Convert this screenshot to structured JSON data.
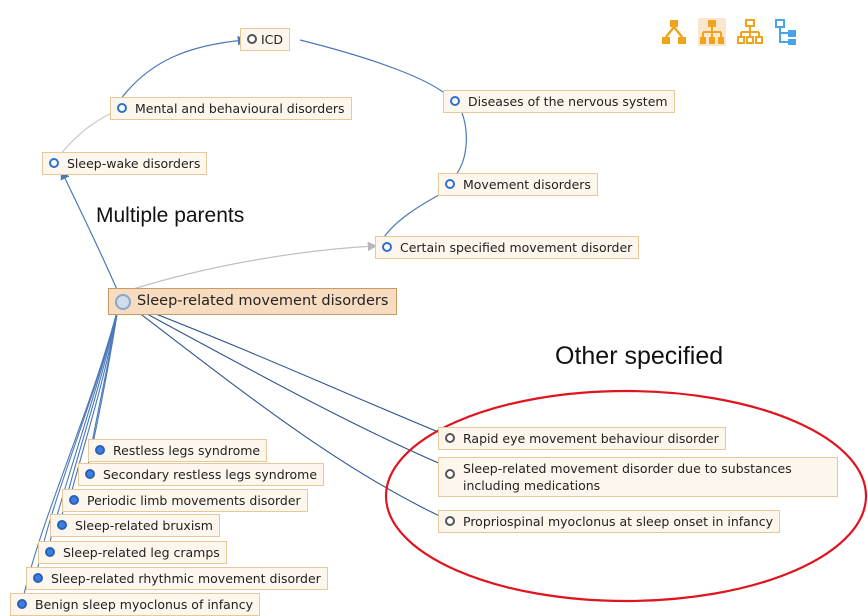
{
  "nodes": {
    "icd": "ICD",
    "mental": "Mental and behavioural disorders",
    "nervous": "Diseases of the nervous system",
    "sleepwake": "Sleep-wake disorders",
    "movement": "Movement disorders",
    "certain": "Certain specified movement disorder",
    "focus": "Sleep-related movement disorders",
    "restless": "Restless legs syndrome",
    "secondary": "Secondary restless legs syndrome",
    "periodic": "Periodic limb movements disorder",
    "bruxism": "Sleep-related bruxism",
    "cramps": "Sleep-related leg cramps",
    "rhythmic": "Sleep-related rhythmic movement disorder",
    "benign": "Benign sleep myoclonus of infancy",
    "rem": "Rapid eye movement behaviour disorder",
    "substances": "Sleep-related movement disorder due to substances including medications",
    "propriospinal": "Propriospinal myoclonus at sleep onset in infancy"
  },
  "annotations": {
    "multiple_parents": "Multiple parents",
    "other_specified": "Other specified"
  },
  "toolbar": {
    "icons": [
      "tree-up-icon",
      "tree-down-icon",
      "tree-both-icon",
      "tree-blue-icon"
    ]
  },
  "colors": {
    "edge_blue": "#4a78b8",
    "edge_gray": "#b8b8b8",
    "highlight_ellipse": "#e0141e",
    "icon_orange": "#f2a31d",
    "icon_blue": "#4aa3e8"
  }
}
